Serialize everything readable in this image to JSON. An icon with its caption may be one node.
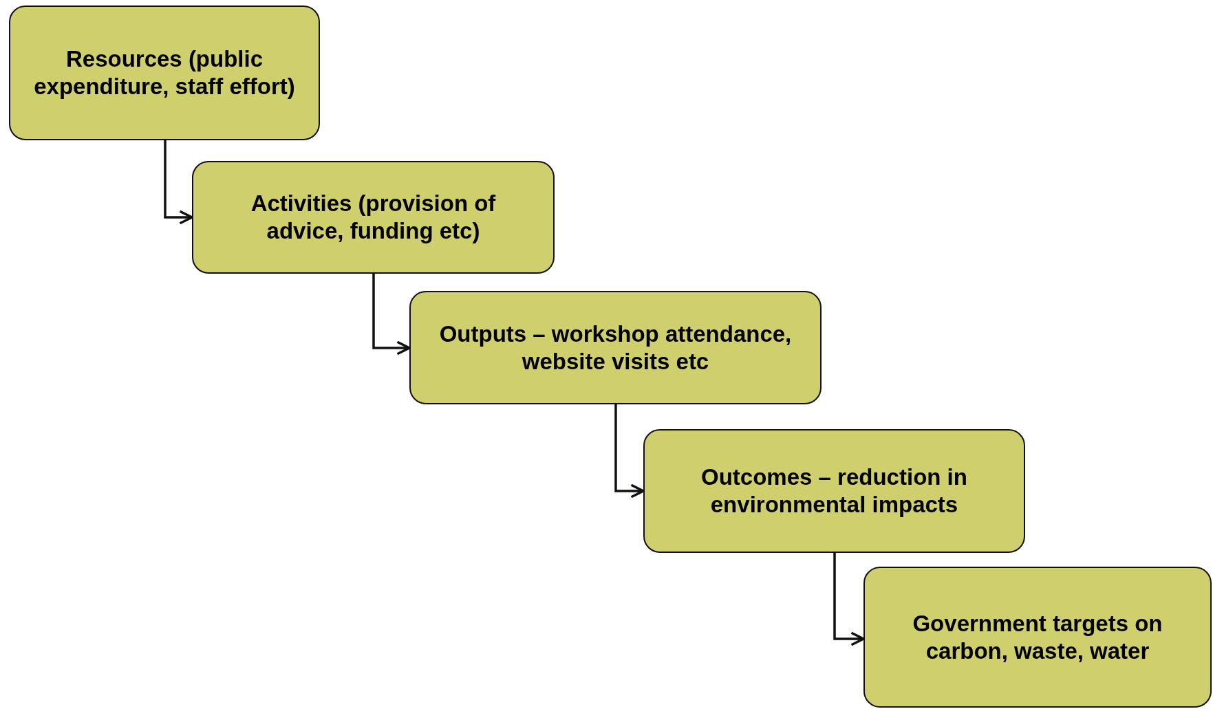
{
  "diagram": {
    "nodes": [
      {
        "text": [
          "Resources (public expenditure, staff effort)"
        ]
      },
      {
        "text": [
          "Activities (provision of advice, funding etc)"
        ]
      },
      {
        "text": [
          "Outputs – workshop attendance, website visits etc"
        ]
      },
      {
        "text": [
          "Outcomes – reduction in environmental impacts"
        ]
      },
      {
        "text": [
          "Government targets on carbon, waste, water"
        ]
      }
    ],
    "edges": [
      {
        "from": 0,
        "to": 1,
        "arrow": "to"
      },
      {
        "from": 1,
        "to": 2,
        "arrow": "to"
      },
      {
        "from": 2,
        "to": 3,
        "arrow": "to"
      },
      {
        "from": 3,
        "to": 4,
        "arrow": "to"
      }
    ]
  }
}
